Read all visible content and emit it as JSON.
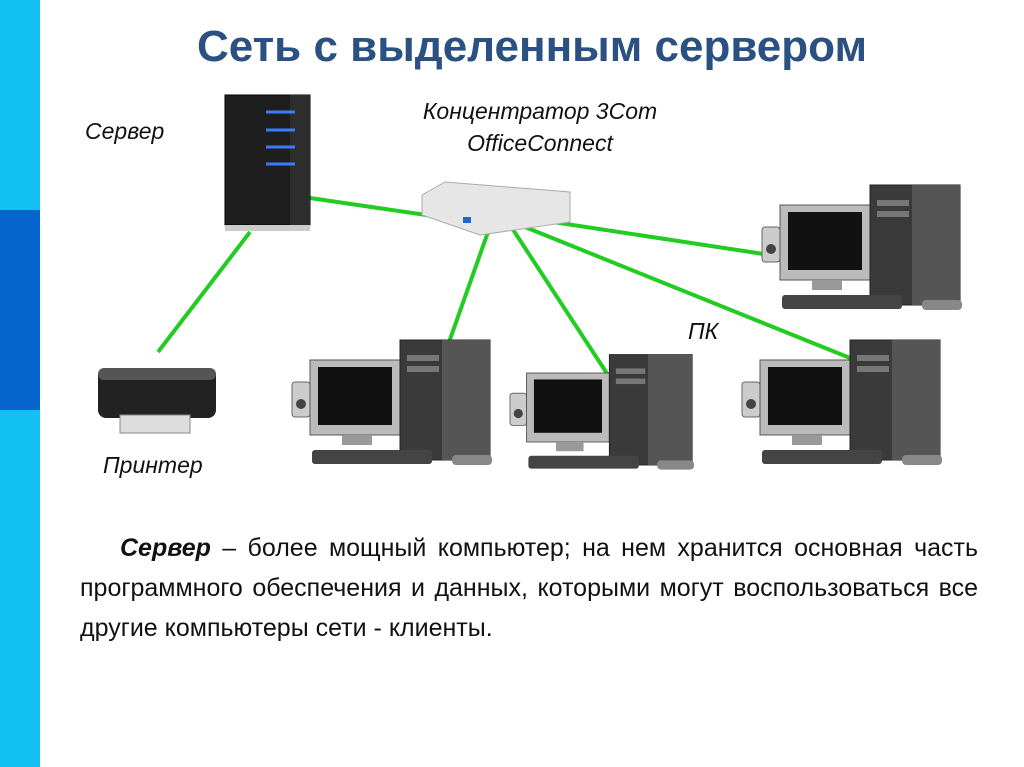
{
  "slide": {
    "title": "Сеть с выделенным сервером",
    "labels": {
      "server": "Сервер",
      "hub_line1": "Концентратор 3Com",
      "hub_line2": "OfficeConnect",
      "pc": "ПК",
      "printer": "Принтер"
    },
    "definition": {
      "term": "Сервер",
      "text": " – более мощный компьютер; на нем хранится основная часть программного обеспечения и данных, которыми могут воспользоваться все другие компьютеры сети - клиенты."
    }
  },
  "colors": {
    "accent_bar": "#12c0f2",
    "accent_dark": "#0565cc",
    "title": "#2a5181",
    "cable": "#22cc22"
  }
}
